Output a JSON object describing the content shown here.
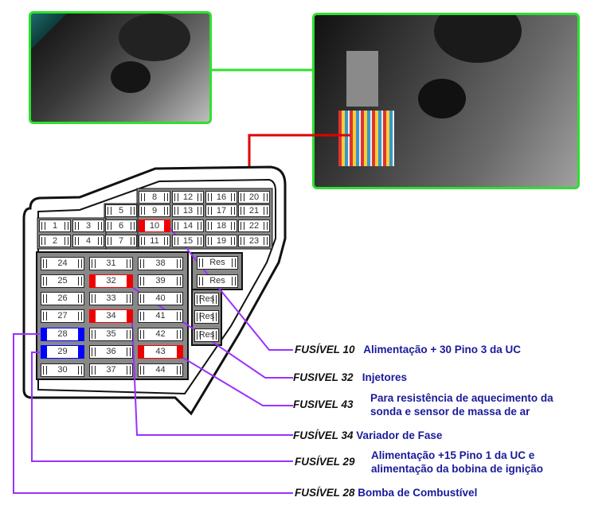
{
  "top_fuses": [
    {
      "n": "8",
      "c": 3,
      "r": 0
    },
    {
      "n": "12",
      "c": 4,
      "r": 0
    },
    {
      "n": "16",
      "c": 5,
      "r": 0
    },
    {
      "n": "20",
      "c": 6,
      "r": 0
    },
    {
      "n": "5",
      "c": 2,
      "r": 1
    },
    {
      "n": "9",
      "c": 3,
      "r": 1
    },
    {
      "n": "13",
      "c": 4,
      "r": 1
    },
    {
      "n": "17",
      "c": 5,
      "r": 1
    },
    {
      "n": "21",
      "c": 6,
      "r": 1
    },
    {
      "n": "1",
      "c": 0,
      "r": 2
    },
    {
      "n": "3",
      "c": 1,
      "r": 2
    },
    {
      "n": "6",
      "c": 2,
      "r": 2
    },
    {
      "n": "10",
      "c": 3,
      "r": 2,
      "hl": "red"
    },
    {
      "n": "14",
      "c": 4,
      "r": 2
    },
    {
      "n": "18",
      "c": 5,
      "r": 2
    },
    {
      "n": "22",
      "c": 6,
      "r": 2
    },
    {
      "n": "2",
      "c": 0,
      "r": 3
    },
    {
      "n": "4",
      "c": 1,
      "r": 3
    },
    {
      "n": "7",
      "c": 2,
      "r": 3
    },
    {
      "n": "11",
      "c": 3,
      "r": 3
    },
    {
      "n": "15",
      "c": 4,
      "r": 3
    },
    {
      "n": "19",
      "c": 5,
      "r": 3
    },
    {
      "n": "23",
      "c": 6,
      "r": 3
    }
  ],
  "lower_fuses": [
    {
      "n": "24",
      "c": 0,
      "r": 0
    },
    {
      "n": "25",
      "c": 0,
      "r": 1
    },
    {
      "n": "26",
      "c": 0,
      "r": 2
    },
    {
      "n": "27",
      "c": 0,
      "r": 3
    },
    {
      "n": "28",
      "c": 0,
      "r": 4,
      "hl": "blue"
    },
    {
      "n": "29",
      "c": 0,
      "r": 5,
      "hl": "blue"
    },
    {
      "n": "30",
      "c": 0,
      "r": 6
    },
    {
      "n": "31",
      "c": 1,
      "r": 0
    },
    {
      "n": "32",
      "c": 1,
      "r": 1,
      "hl": "red"
    },
    {
      "n": "33",
      "c": 1,
      "r": 2
    },
    {
      "n": "34",
      "c": 1,
      "r": 3,
      "hl": "red"
    },
    {
      "n": "35",
      "c": 1,
      "r": 4
    },
    {
      "n": "36",
      "c": 1,
      "r": 5
    },
    {
      "n": "37",
      "c": 1,
      "r": 6
    },
    {
      "n": "38",
      "c": 2,
      "r": 0
    },
    {
      "n": "39",
      "c": 2,
      "r": 1
    },
    {
      "n": "40",
      "c": 2,
      "r": 2
    },
    {
      "n": "41",
      "c": 2,
      "r": 3
    },
    {
      "n": "42",
      "c": 2,
      "r": 4
    },
    {
      "n": "43",
      "c": 2,
      "r": 5,
      "hl": "red"
    },
    {
      "n": "44",
      "c": 2,
      "r": 6
    }
  ],
  "reserve_label": "Res",
  "colors": {
    "photo_border": "#2ee02e",
    "leader": "#9b30ff",
    "highlight_red": "#e00000",
    "highlight_blue": "#0000ff",
    "desc": "#1a1a9a"
  },
  "labels": [
    {
      "fuse": "FUSÍVEL 10",
      "desc": "Alimentação + 30 Pino 3 da UC"
    },
    {
      "fuse": "FUSIVEL 32",
      "desc": "Injetores"
    },
    {
      "fuse": "FUSIVEL 43",
      "desc": "Para resistência de aquecimento da",
      "desc2": "sonda e sensor de massa de ar"
    },
    {
      "fuse": "FUSÍVEL 34",
      "desc": "Variador de Fase"
    },
    {
      "fuse": "FUSÍVEL 29",
      "desc": "Alimentação +15 Pino 1 da UC e",
      "desc2": "alimentação da bobina de ignição"
    },
    {
      "fuse": "FUSÍVEL 28",
      "desc": "Bomba de Combustível"
    }
  ]
}
